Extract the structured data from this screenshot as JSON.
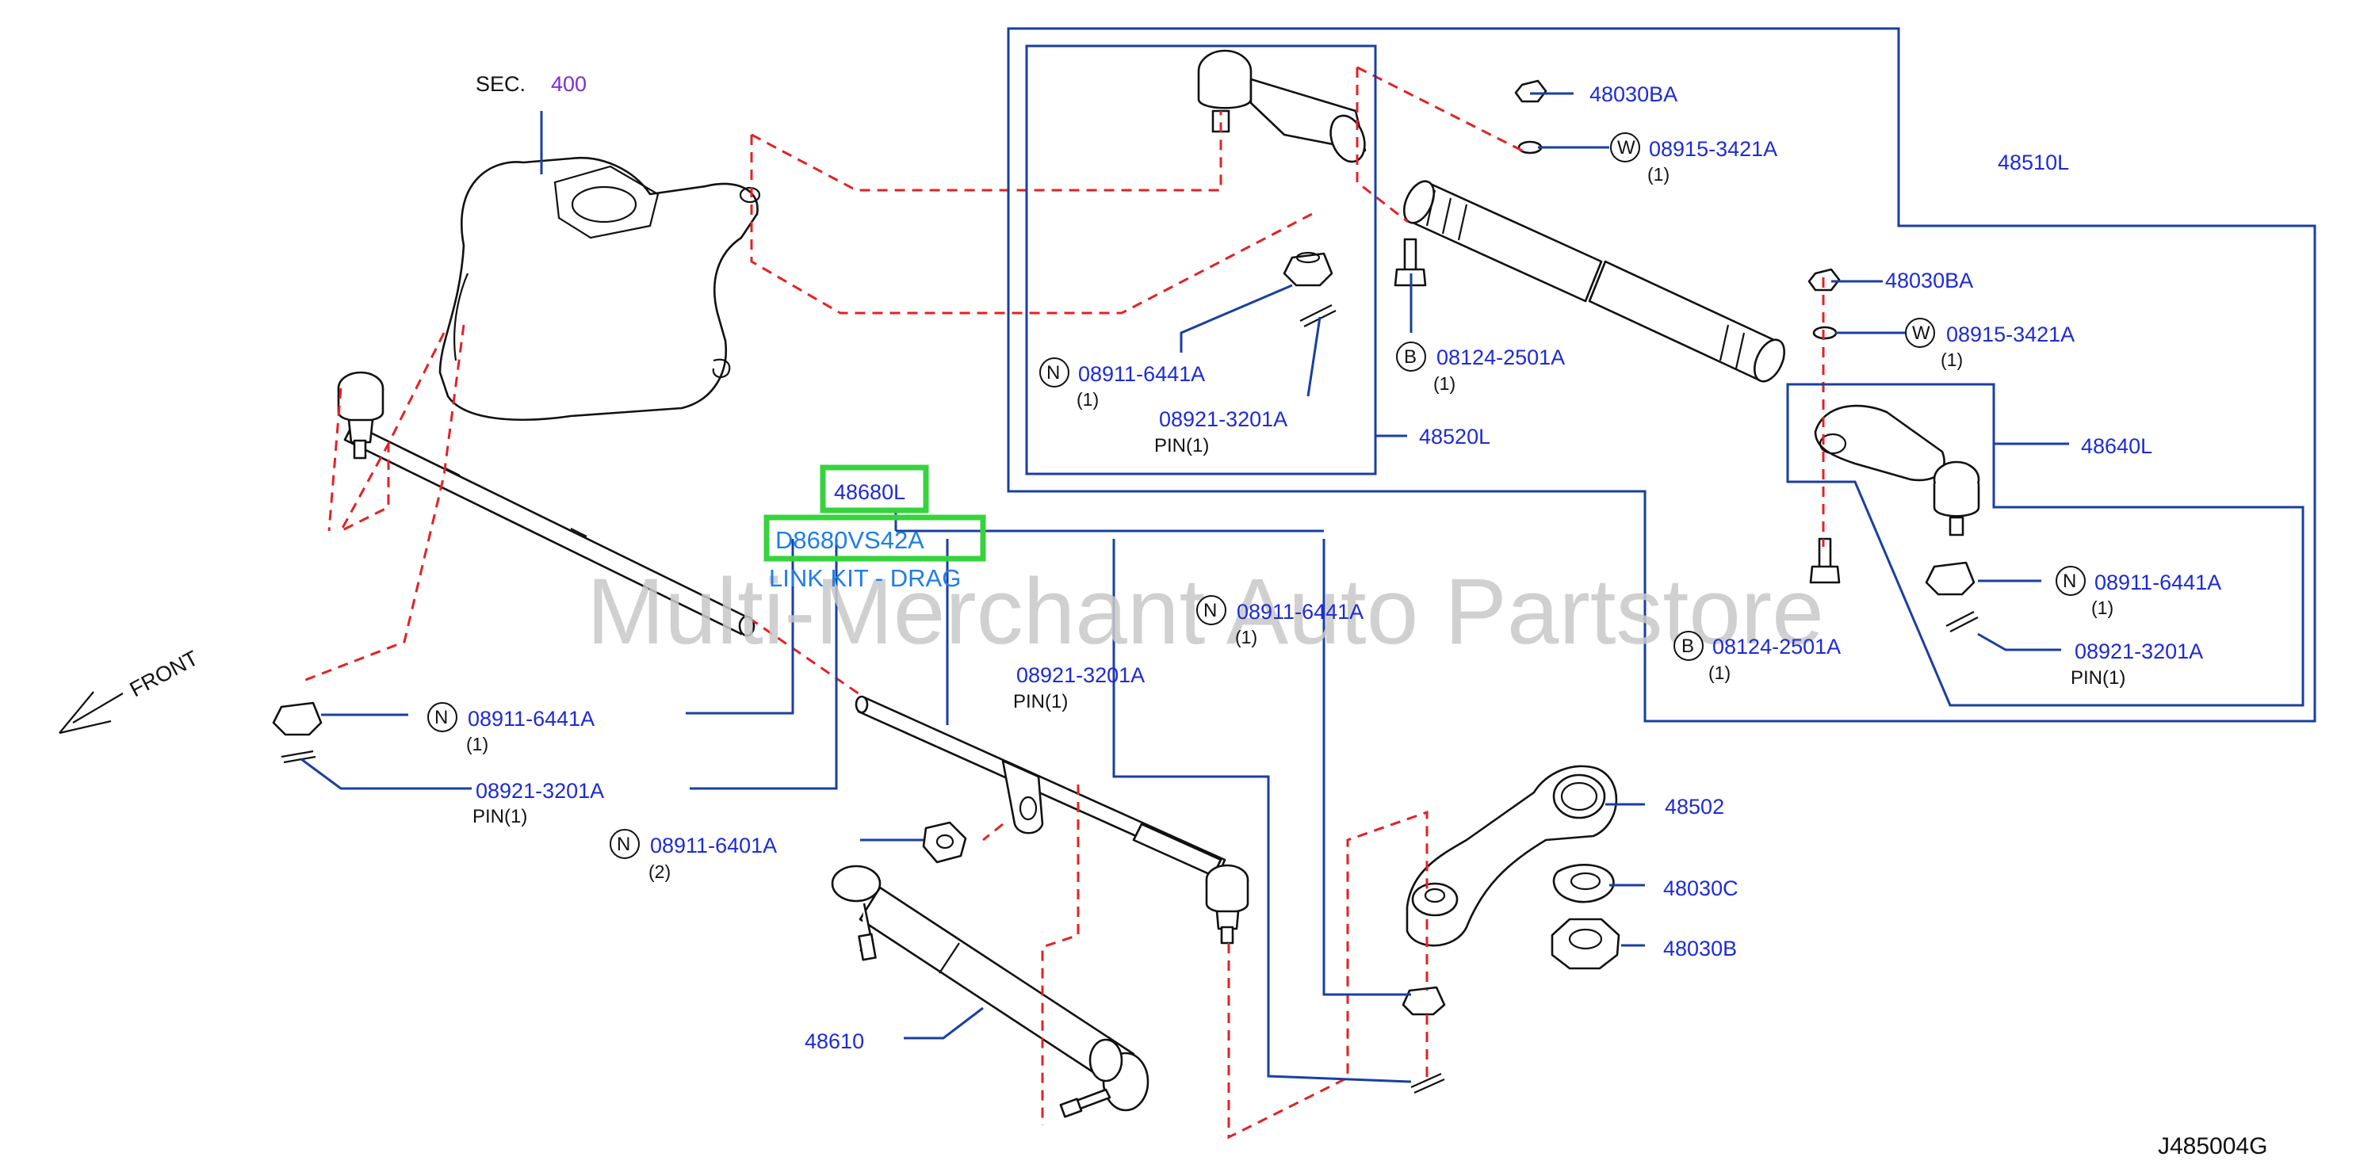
{
  "diagram": {
    "section_ref": {
      "prefix": "SEC.",
      "number": "400"
    },
    "front_label": "FRONT",
    "watermark": "Multi-Merchant Auto Partstore",
    "diagram_code": "J485004G",
    "kit": {
      "part_number": "48680L",
      "kit_code": "D8680VS42A",
      "kit_name": "LINK KIT - DRAG"
    },
    "callouts": {
      "p48030BA_a": "48030BA",
      "p08915_a": "08915-3421A",
      "p08915_a_qty": "(1)",
      "p48510L": "48510L",
      "p48030BA_b": "48030BA",
      "p08915_b": "08915-3421A",
      "p08915_b_qty": "(1)",
      "p08911_6441A_a": "08911-6441A",
      "p08911_6441A_a_qty": "(1)",
      "p08921_a": "08921-3201A",
      "p08921_a_pin": "PIN(1)",
      "p08124_a": "08124-2501A",
      "p08124_a_qty": "(1)",
      "p48520L": "48520L",
      "p48640L": "48640L",
      "p08911_6441A_b": "08911-6441A",
      "p08911_6441A_b_qty": "(1)",
      "p08921_b": "08921-3201A",
      "p08921_b_pin": "PIN(1)",
      "p08124_b": "08124-2501A",
      "p08124_b_qty": "(1)",
      "p08911_6441A_c": "08911-6441A",
      "p08911_6441A_c_qty": "(1)",
      "p08921_c": "08921-3201A",
      "p08921_c_pin": "PIN(1)",
      "p08911_6441A_d": "08911-6441A",
      "p08911_6441A_d_qty": "(1)",
      "p08921_d": "08921-3201A",
      "p08921_d_pin": "PIN(1)",
      "p08911_6401A": "08911-6401A",
      "p08911_6401A_qty": "(2)",
      "p48502": "48502",
      "p48030C": "48030C",
      "p48030B": "48030B",
      "p48610": "48610"
    },
    "circle_letters": {
      "nut": "N",
      "washer": "W",
      "bolt": "B"
    }
  }
}
